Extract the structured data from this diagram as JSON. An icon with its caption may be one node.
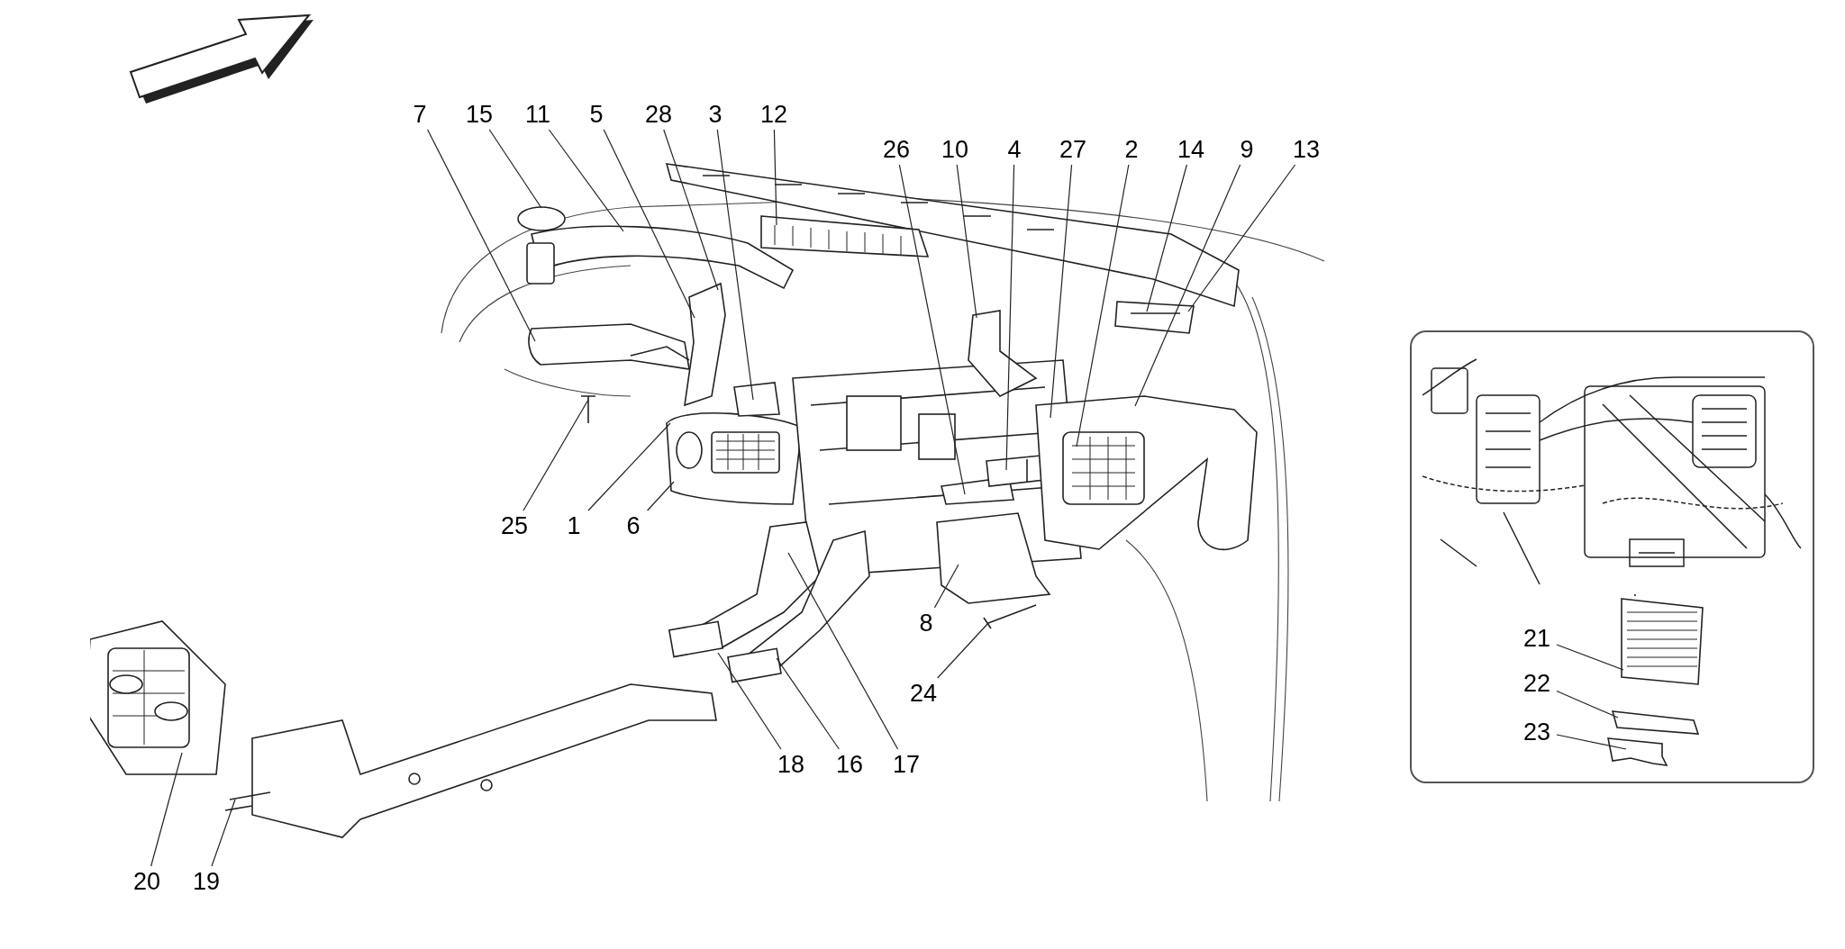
{
  "diagram": {
    "nodes": [
      {
        "text": [
          "7"
        ]
      },
      {
        "text": [
          "15"
        ]
      },
      {
        "text": [
          "11"
        ]
      },
      {
        "text": [
          "5"
        ]
      },
      {
        "text": [
          "28"
        ]
      },
      {
        "text": [
          "3"
        ]
      },
      {
        "text": [
          "12"
        ]
      },
      {
        "text": [
          "26"
        ]
      },
      {
        "text": [
          "10"
        ]
      },
      {
        "text": [
          "4"
        ]
      },
      {
        "text": [
          "27"
        ]
      },
      {
        "text": [
          "2"
        ]
      },
      {
        "text": [
          "14"
        ]
      },
      {
        "text": [
          "9"
        ]
      },
      {
        "text": [
          "13"
        ]
      },
      {
        "text": [],
        "shape": "box"
      },
      {
        "text": [
          "25"
        ]
      },
      {
        "text": [
          "1"
        ]
      },
      {
        "text": [
          "6"
        ]
      },
      {
        "text": [
          "8"
        ]
      },
      {
        "text": [
          "21"
        ],
        "in": 15
      },
      {
        "text": [
          "22"
        ],
        "in": 15
      },
      {
        "text": [
          "24"
        ]
      },
      {
        "text": [
          "23"
        ],
        "in": 15
      },
      {
        "text": [
          "18"
        ]
      },
      {
        "text": [
          "16"
        ]
      },
      {
        "text": [
          "17"
        ]
      },
      {
        "text": [
          "20"
        ]
      },
      {
        "text": [
          "19"
        ]
      }
    ],
    "edges": [
      {
        "from": 0,
        "to": null,
        "arrow": "none"
      },
      {
        "from": 1,
        "to": null,
        "arrow": "none"
      },
      {
        "from": 2,
        "to": null,
        "arrow": "none"
      },
      {
        "from": 3,
        "to": null,
        "arrow": "none"
      },
      {
        "from": 4,
        "to": null,
        "arrow": "none"
      },
      {
        "from": 5,
        "to": null,
        "arrow": "none"
      },
      {
        "from": 6,
        "to": null,
        "arrow": "none"
      },
      {
        "from": 7,
        "to": null,
        "arrow": "none"
      },
      {
        "from": 8,
        "to": null,
        "arrow": "none"
      },
      {
        "from": 9,
        "to": null,
        "arrow": "none"
      },
      {
        "from": 10,
        "to": null,
        "arrow": "none"
      },
      {
        "from": 11,
        "to": null,
        "arrow": "none"
      },
      {
        "from": 12,
        "to": null,
        "arrow": "none"
      },
      {
        "from": 13,
        "to": null,
        "arrow": "none"
      },
      {
        "from": 14,
        "to": null,
        "arrow": "none"
      },
      {
        "from": 16,
        "to": null,
        "arrow": "none"
      },
      {
        "from": 17,
        "to": null,
        "arrow": "none"
      },
      {
        "from": 18,
        "to": null,
        "arrow": "none"
      },
      {
        "from": 19,
        "to": null,
        "arrow": "none"
      },
      {
        "from": 20,
        "to": null,
        "arrow": "none"
      },
      {
        "from": 21,
        "to": null,
        "arrow": "none"
      },
      {
        "from": 22,
        "to": null,
        "arrow": "none"
      },
      {
        "from": 23,
        "to": null,
        "arrow": "none"
      },
      {
        "from": 24,
        "to": null,
        "arrow": "none"
      },
      {
        "from": 25,
        "to": null,
        "arrow": "none"
      },
      {
        "from": 26,
        "to": null,
        "arrow": "none"
      },
      {
        "from": 27,
        "to": null,
        "arrow": "none"
      },
      {
        "from": 28,
        "to": null,
        "arrow": "none"
      }
    ]
  }
}
